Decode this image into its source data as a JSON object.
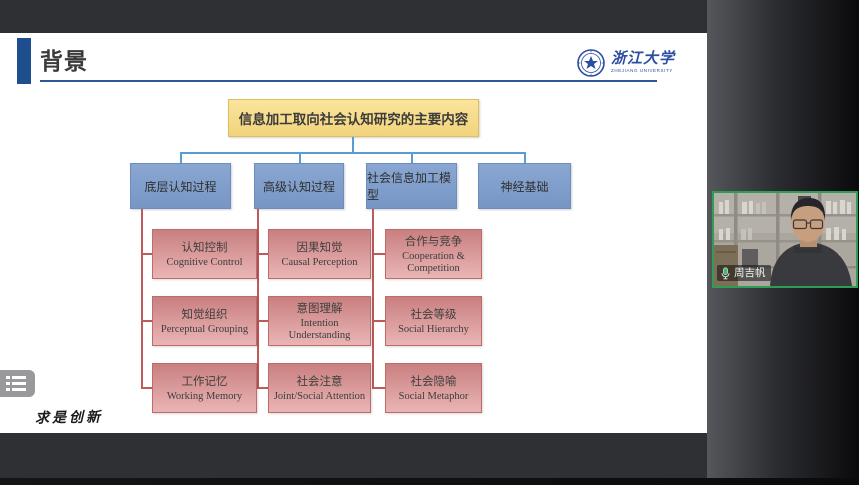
{
  "meeting": {
    "participant": {
      "name": "周吉帆",
      "mic_status": "active"
    }
  },
  "slide": {
    "title": "背景",
    "logo": {
      "name_cn": "浙江大学",
      "name_en": "ZHEJIANG UNIVERSITY"
    },
    "signature": "求是创新",
    "chart": {
      "type": "hierarchy",
      "root": "信息加工取向社会认知研究的主要内容",
      "columns": [
        {
          "header": "底层认知过程",
          "children": [
            {
              "cn": "认知控制",
              "en": "Cognitive Control"
            },
            {
              "cn": "知觉组织",
              "en": "Perceptual Grouping"
            },
            {
              "cn": "工作记忆",
              "en": "Working Memory"
            }
          ]
        },
        {
          "header": "高级认知过程",
          "children": [
            {
              "cn": "因果知觉",
              "en": "Causal Perception"
            },
            {
              "cn": "意图理解",
              "en": "Intention Understanding"
            },
            {
              "cn": "社会注意",
              "en": "Joint/Social Attention"
            }
          ]
        },
        {
          "header": "社会信息加工模型",
          "children": [
            {
              "cn": "合作与竞争",
              "en": "Cooperation & Competition"
            },
            {
              "cn": "社会等级",
              "en": "Social Hierarchy"
            },
            {
              "cn": "社会隐喻",
              "en": "Social Metaphor"
            }
          ]
        },
        {
          "header": "神经基础",
          "children": []
        }
      ]
    }
  },
  "colors": {
    "root_fill": "#F6DC8C",
    "level2_fill": "#7E9CCA",
    "leaf_fill_top": "#C97F80",
    "leaf_fill_bottom": "#EAB5B5",
    "connector_blue": "#5B9BD5",
    "connector_red": "#BE5A5A",
    "active_speaker_border": "#2E9E55",
    "logo_blue": "#2B4EA2",
    "chrome_gray": "#2E3034"
  }
}
